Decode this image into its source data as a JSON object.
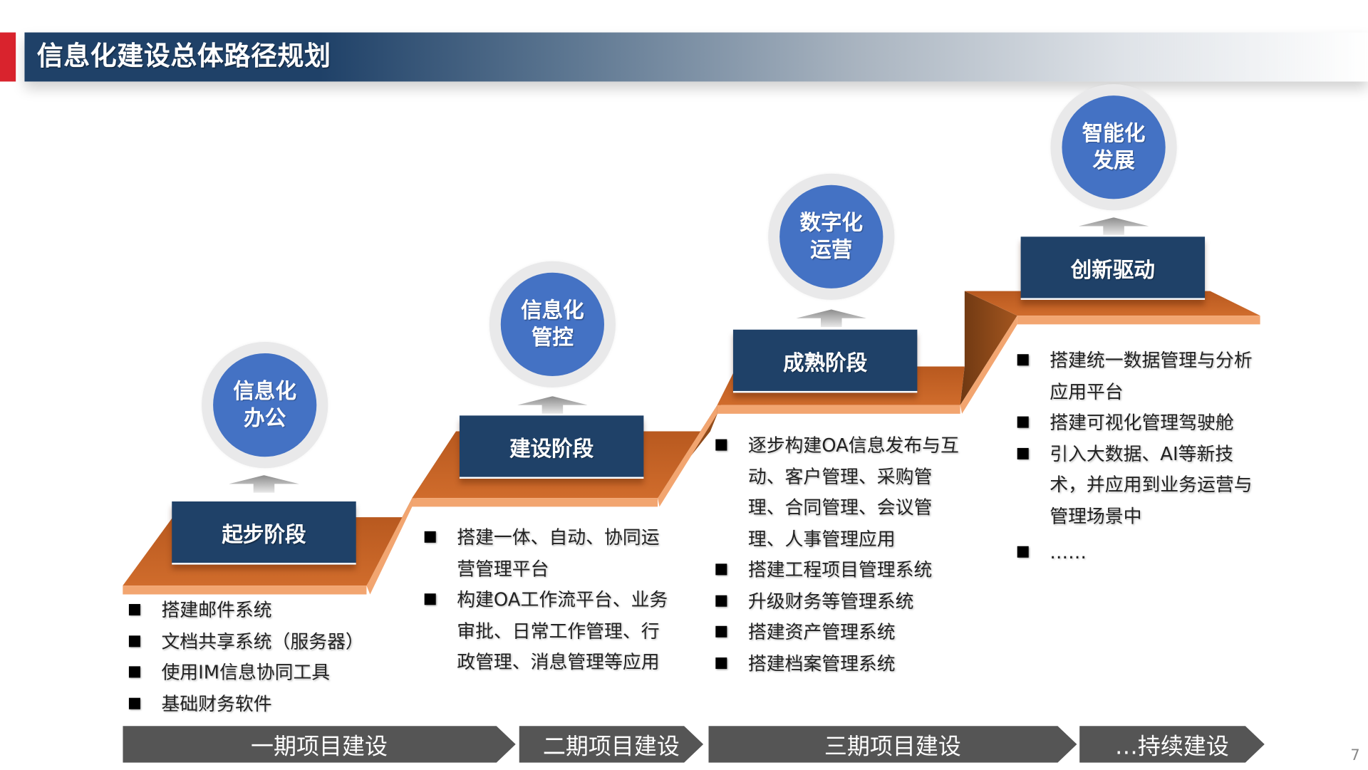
{
  "header": {
    "title": "信息化建设总体路径规划",
    "accent_color": "#d9232d",
    "bar_color": "#1f4168"
  },
  "stages": [
    {
      "goal": {
        "line1": "信息化",
        "line2": "办公"
      },
      "label": "起步阶段",
      "items": [
        "搭建邮件系统",
        "文档共享系统（服务器）",
        "使用IM信息协同工具",
        "基础财务软件"
      ]
    },
    {
      "goal": {
        "line1": "信息化",
        "line2": "管控"
      },
      "label": "建设阶段",
      "items": [
        "搭建一体、自动、协同运营管理平台",
        "构建OA工作流平台、业务审批、日常工作管理、行政管理、消息管理等应用"
      ]
    },
    {
      "goal": {
        "line1": "数字化",
        "line2": "运营"
      },
      "label": "成熟阶段",
      "items": [
        "逐步构建OA信息发布与互动、客户管理、采购管理、合同管理、会议管理、人事管理应用",
        "搭建工程项目管理系统",
        "升级财务等管理系统",
        "搭建资产管理系统",
        "搭建档案管理系统"
      ]
    },
    {
      "goal": {
        "line1": "智能化",
        "line2": "发展"
      },
      "label": "创新驱动",
      "items": [
        "搭建统一数据管理与分析应用平台",
        "搭建可视化管理驾驶舱",
        "引入大数据、AI等新技术，并应用到业务运营与管理场景中",
        "……"
      ]
    }
  ],
  "phases": [
    "一期项目建设",
    "二期项目建设",
    "三期项目建设",
    "…持续建设"
  ],
  "colors": {
    "goal_circle": "#4472c4",
    "goal_ring": "#e9e9ea",
    "stage_box": "#1f4168",
    "stair_top": "#c8652a",
    "stair_edge": "#f0a06a",
    "stair_riser": "#8a4a1c",
    "phase_arrow": "#555555"
  },
  "page_number": "7"
}
